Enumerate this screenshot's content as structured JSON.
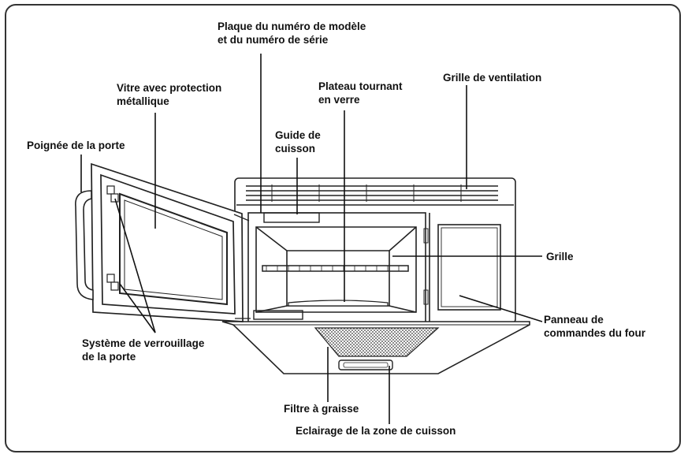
{
  "diagram": {
    "labels": {
      "plaque": "Plaque du numéro de modèle\net du numéro de série",
      "plateau": "Plateau tournant\nen verre",
      "grille_ventilation": "Grille de ventilation",
      "vitre": "Vitre avec protection\nmétallique",
      "guide": "Guide de\ncuisson",
      "poignee": "Poignée de la porte",
      "grille": "Grille",
      "panneau": "Panneau de\ncommandes du four",
      "verrouillage": "Système de verrouillage\nde la porte",
      "filtre": "Filtre à graisse",
      "eclairage": "Eclairage de la zone de cuisson"
    }
  }
}
